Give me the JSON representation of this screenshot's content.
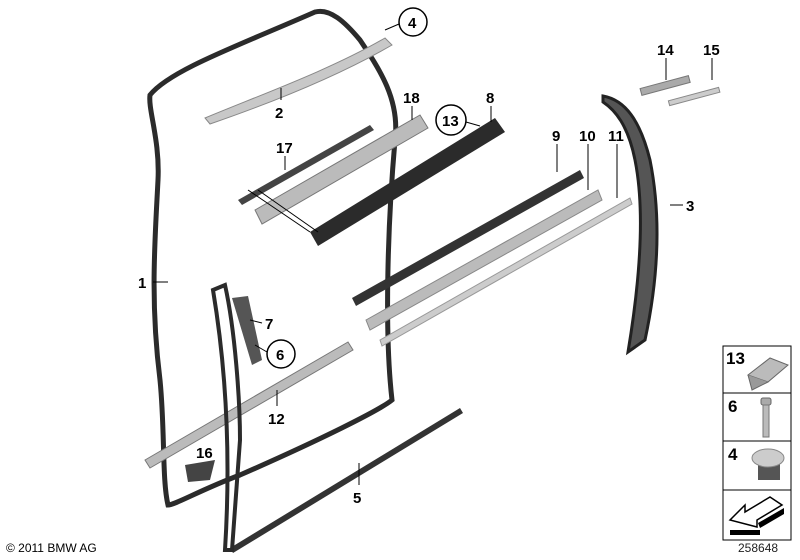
{
  "diagram": {
    "part_labels": [
      "1",
      "2",
      "3",
      "4",
      "5",
      "6",
      "7",
      "8",
      "9",
      "10",
      "11",
      "12",
      "13",
      "14",
      "15",
      "16",
      "17",
      "18"
    ],
    "circled_labels": [
      "4",
      "6",
      "13"
    ],
    "legend": [
      {
        "number": "13",
        "part": "clip-icon"
      },
      {
        "number": "6",
        "part": "screw-icon"
      },
      {
        "number": "4",
        "part": "plug-icon"
      },
      {
        "number": "",
        "part": "arrow-icon"
      }
    ]
  },
  "footer": {
    "copyright": "© 2011 BMW AG",
    "image_number": "258648"
  },
  "colors": {
    "seal_dark": "#2b2b2b",
    "trim_grey": "#b9b9b9",
    "line": "#000000"
  }
}
